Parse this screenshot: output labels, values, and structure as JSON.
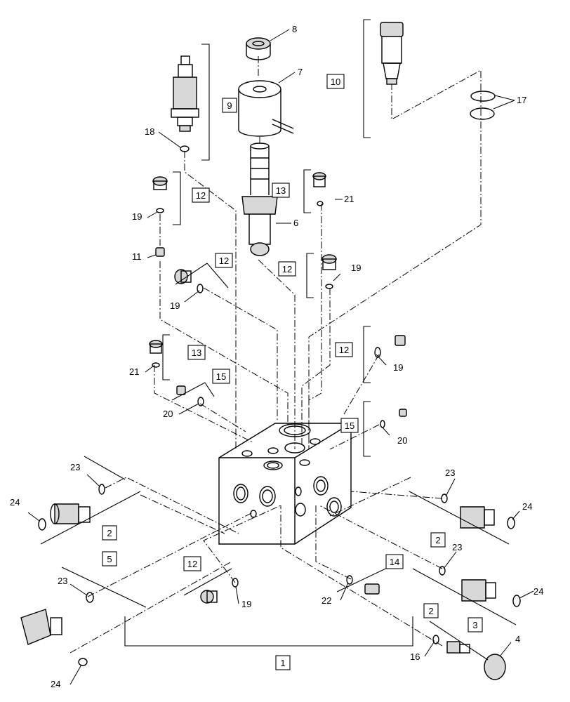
{
  "callouts": {
    "c1": "1",
    "c2a": "2",
    "c2b": "2",
    "c2c": "2",
    "c3": "3",
    "c4": "4",
    "c5": "5",
    "c6": "6",
    "c7": "7",
    "c8": "8",
    "c9": "9",
    "c10": "10",
    "c11": "11",
    "c12a": "12",
    "c12b": "12",
    "c12c": "12",
    "c12d": "12",
    "c12e": "12",
    "c13a": "13",
    "c13b": "13",
    "c14": "14",
    "c15a": "15",
    "c15b": "15",
    "c16": "16",
    "c17": "17",
    "c18": "18",
    "c19a": "19",
    "c19b": "19",
    "c19c": "19",
    "c19d": "19",
    "c19e": "19",
    "c20a": "20",
    "c20b": "20",
    "c21a": "21",
    "c21b": "21",
    "c22": "22",
    "c23a": "23",
    "c23b": "23",
    "c23c": "23",
    "c23d": "23",
    "c24a": "24",
    "c24b": "24",
    "c24c": "24",
    "c24d": "24"
  }
}
